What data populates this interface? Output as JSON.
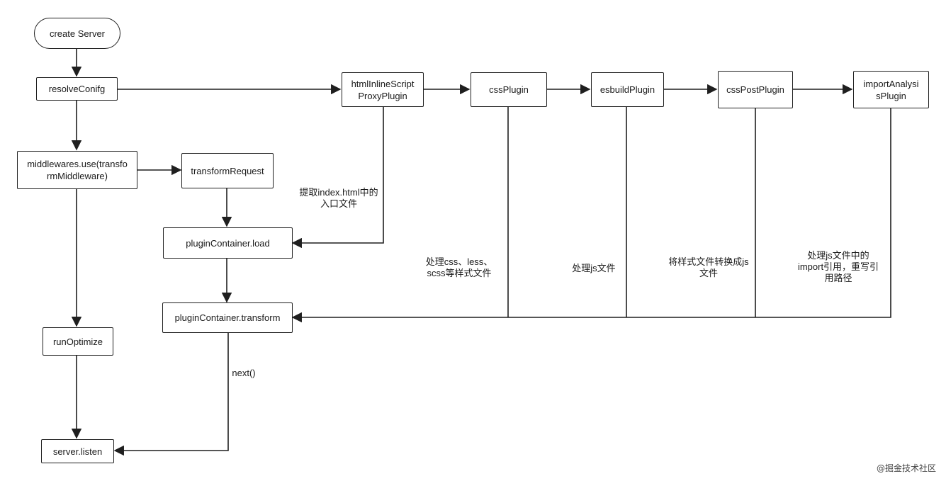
{
  "nodes": {
    "create_server": "create Server",
    "resolve_config": "resolveConifg",
    "middlewares_use": "middlewares.use(transfo\nrmMiddleware)",
    "transform_request": "transformRequest",
    "plugin_container_load": "pluginContainer.load",
    "plugin_container_transform": "pluginContainer.transform",
    "run_optimize": "runOptimize",
    "server_listen": "server.listen",
    "html_inline_script_proxy_plugin": "htmlInlineScript\nProxyPlugin",
    "css_plugin": "cssPlugin",
    "esbuild_plugin": "esbuildPlugin",
    "css_post_plugin": "cssPostPlugin",
    "import_analysis_plugin": "importAnalysi\nsPlugin"
  },
  "notes": {
    "html_inline_note": "提取index.html中的\n入口文件",
    "css_plugin_note": "处理css、less、\nscss等样式文件",
    "esbuild_note": "处理js文件",
    "css_post_note": "将样式文件转换成js\n文件",
    "import_analysis_note": "处理js文件中的\nimport引用，重写引\n用路径",
    "next_label": "next()"
  },
  "watermark": "@掘金技术社区",
  "colors": {
    "stroke": "#1f1f1f",
    "background": "#ffffff"
  }
}
